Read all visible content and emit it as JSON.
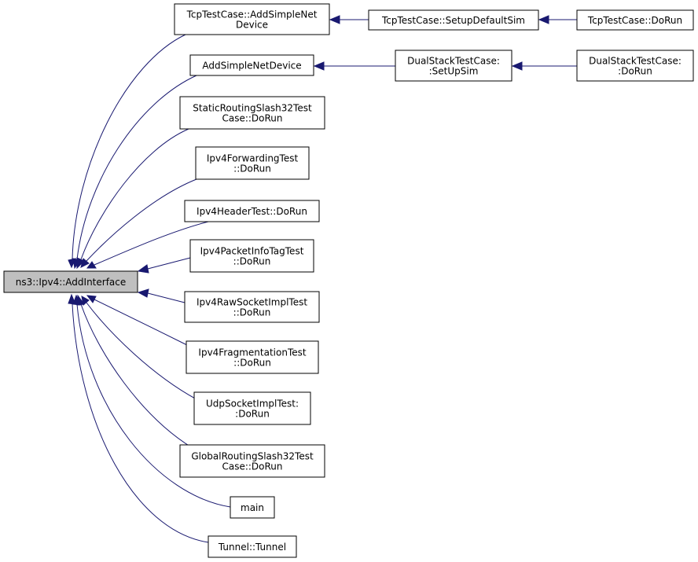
{
  "nodes": [
    {
      "id": "main_node",
      "lines": [
        "ns3::Ipv4::AddInterface"
      ],
      "focus": true
    },
    {
      "id": "tcp_add",
      "lines": [
        "TcpTestCase::AddSimpleNet",
        "Device"
      ]
    },
    {
      "id": "tcp_setup",
      "lines": [
        "TcpTestCase::SetupDefaultSim"
      ]
    },
    {
      "id": "tcp_dorun",
      "lines": [
        "TcpTestCase::DoRun"
      ]
    },
    {
      "id": "add_simple",
      "lines": [
        "AddSimpleNetDevice"
      ]
    },
    {
      "id": "ds_setup",
      "lines": [
        "DualStackTestCase:",
        ":SetUpSim"
      ]
    },
    {
      "id": "ds_dorun",
      "lines": [
        "DualStackTestCase:",
        ":DoRun"
      ]
    },
    {
      "id": "static_routing",
      "lines": [
        "StaticRoutingSlash32Test",
        "Case::DoRun"
      ]
    },
    {
      "id": "fwd_test",
      "lines": [
        "Ipv4ForwardingTest",
        "::DoRun"
      ]
    },
    {
      "id": "hdr_test",
      "lines": [
        "Ipv4HeaderTest::DoRun"
      ]
    },
    {
      "id": "pkt_info",
      "lines": [
        "Ipv4PacketInfoTagTest",
        "::DoRun"
      ]
    },
    {
      "id": "raw_socket",
      "lines": [
        "Ipv4RawSocketImplTest",
        "::DoRun"
      ]
    },
    {
      "id": "frag_test",
      "lines": [
        "Ipv4FragmentationTest",
        "::DoRun"
      ]
    },
    {
      "id": "udp_socket",
      "lines": [
        "UdpSocketImplTest:",
        ":DoRun"
      ]
    },
    {
      "id": "global_routing",
      "lines": [
        "GlobalRoutingSlash32Test",
        "Case::DoRun"
      ]
    },
    {
      "id": "main_fn",
      "lines": [
        "main"
      ]
    },
    {
      "id": "tunnel",
      "lines": [
        "Tunnel::Tunnel"
      ]
    }
  ],
  "edges": [
    {
      "from": "tcp_add",
      "to": "main_node"
    },
    {
      "from": "add_simple",
      "to": "main_node"
    },
    {
      "from": "static_routing",
      "to": "main_node"
    },
    {
      "from": "fwd_test",
      "to": "main_node"
    },
    {
      "from": "hdr_test",
      "to": "main_node"
    },
    {
      "from": "pkt_info",
      "to": "main_node"
    },
    {
      "from": "raw_socket",
      "to": "main_node"
    },
    {
      "from": "frag_test",
      "to": "main_node"
    },
    {
      "from": "udp_socket",
      "to": "main_node"
    },
    {
      "from": "global_routing",
      "to": "main_node"
    },
    {
      "from": "main_fn",
      "to": "main_node"
    },
    {
      "from": "tunnel",
      "to": "main_node"
    },
    {
      "from": "tcp_setup",
      "to": "tcp_add"
    },
    {
      "from": "tcp_dorun",
      "to": "tcp_setup"
    },
    {
      "from": "ds_setup",
      "to": "add_simple"
    },
    {
      "from": "ds_dorun",
      "to": "ds_setup"
    }
  ],
  "colors": {
    "edge": "#191970",
    "focus_fill": "#bfbfbf",
    "node_fill": "#ffffff",
    "node_border": "#000000"
  }
}
